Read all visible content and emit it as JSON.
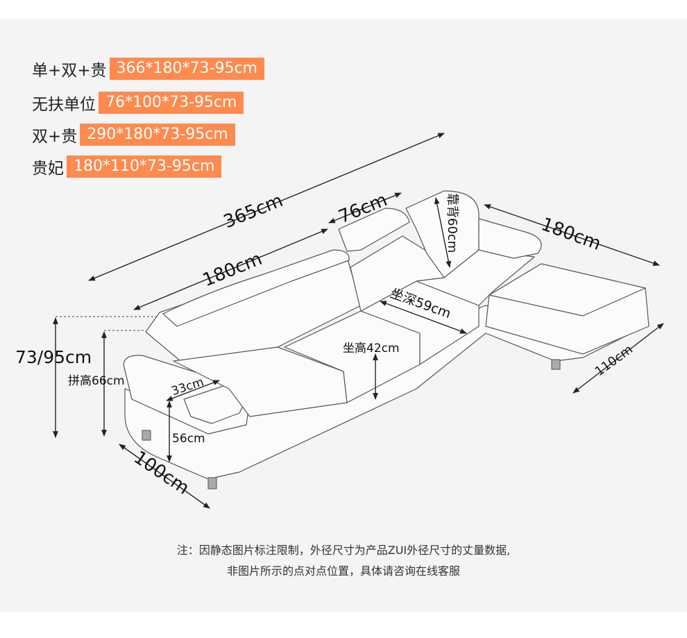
{
  "sizes": [
    {
      "name": "单+双+贵",
      "value": "366*180*73-95cm"
    },
    {
      "name": "无扶单位",
      "value": "76*100*73-95cm"
    },
    {
      "name": "双+贵",
      "value": "290*180*73-95cm"
    },
    {
      "name": "贵妃",
      "value": "180*110*73-95cm"
    }
  ],
  "dims": {
    "total_length": "365cm",
    "back_width": "76cm",
    "backrest": "靠背60cm",
    "right_length": "180cm",
    "middle_length": "180cm",
    "seat_depth": "坐深59cm",
    "height": "73/95cm",
    "joint_height": "拼高66cm",
    "seat_height": "坐高42cm",
    "arm_width": "33cm",
    "arm_height": "56cm",
    "depth": "100cm",
    "chaise_width": "110cm"
  },
  "note": {
    "line1": "注：因静态图片标注限制，外径尺寸为产品ZUI外径尺寸的丈量数据,",
    "line2": "非图片所示的点对点位置，具体请咨询在线客服"
  },
  "colors": {
    "accent": "#fe8a4e",
    "panel": "#f4f4f4"
  }
}
